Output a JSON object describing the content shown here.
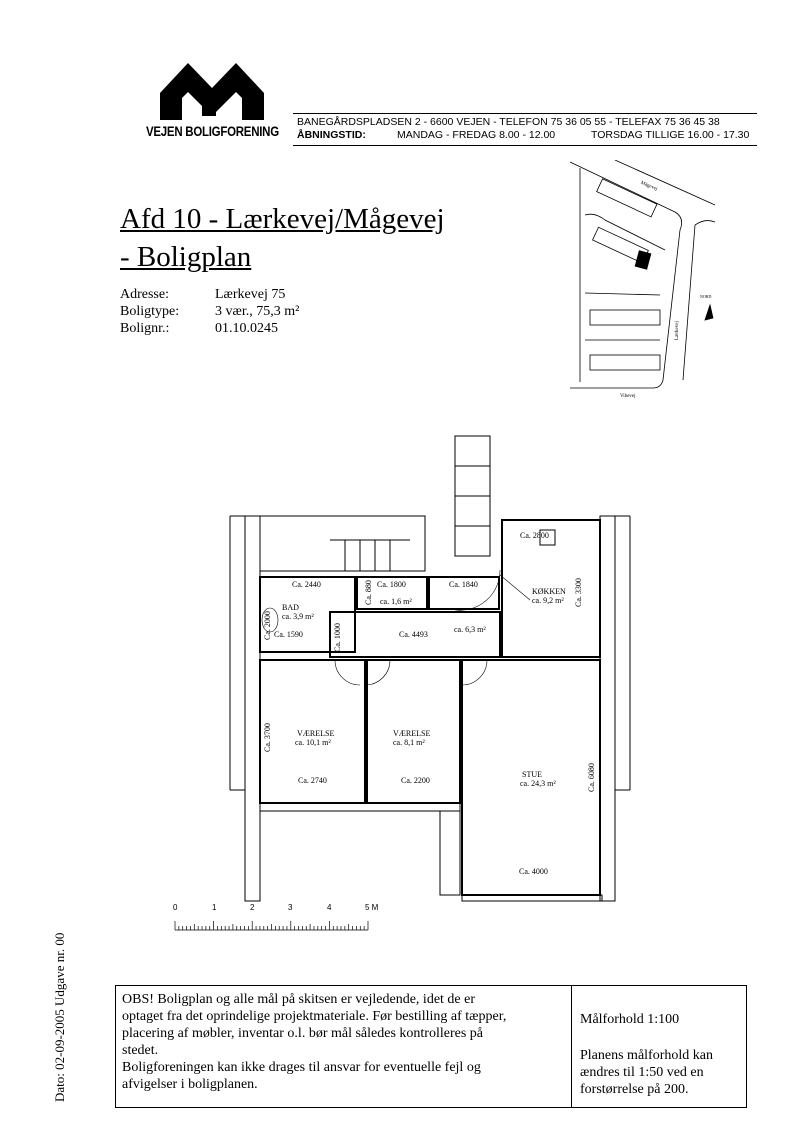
{
  "logo": {
    "text": "VEJEN BOLIGFORENING"
  },
  "header": {
    "address_line": "BANEGÅRDSPLADSEN 2 - 6600 VEJEN - TELEFON 75 36 05 55 - TELEFAX 75 36 45 38",
    "hours_label": "ÅBNINGSTID:",
    "hours_weekdays": "MANDAG - FREDAG 8.00 - 12.00",
    "hours_thursday": "TORSDAG TILLIGE 16.00 - 17.30"
  },
  "title": {
    "line1": "Afd 10 - Lærkevej/Mågevej",
    "line2": "- Boligplan"
  },
  "info": [
    {
      "label": "Adresse:",
      "value": "Lærkevej 75"
    },
    {
      "label": "Boligtype:",
      "value": "3 vær., 75,3 m²"
    },
    {
      "label": "Bolignr.:",
      "value": "01.10.0245"
    }
  ],
  "siteplan": {
    "road_top": "Mågevej",
    "road_right": "Lærkevej",
    "road_bottom": "Vibevej",
    "north": "NORD"
  },
  "plan": {
    "bad": "BAD",
    "bad_area": "ca. 3,9 m²",
    "wc_area": "ca. 1,6 m²",
    "hall_area": "ca. 6,3 m²",
    "kokken": "KØKKEN",
    "kokken_area": "ca. 9,2 m²",
    "vaerelse1": "VÆRELSE",
    "vaerelse1_area": "ca. 10,1 m²",
    "vaerelse2": "VÆRELSE",
    "vaerelse2_area": "ca. 8,1 m²",
    "stue": "STUE",
    "stue_area": "ca. 24,3 m²",
    "d2440": "Ca. 2440",
    "d1800": "Ca. 1800",
    "d1840": "Ca. 1840",
    "d2800": "Ca. 2800",
    "d880": "Ca. 880",
    "d2000": "Ca. 2000",
    "d1590": "Ca. 1590",
    "d1000": "Ca. 1000",
    "d4493": "Ca. 4493",
    "d3300": "Ca. 3300",
    "d3700": "Ca. 3700",
    "d2740": "Ca. 2740",
    "d2200": "Ca. 2200",
    "d6080": "Ca. 6080",
    "d4000": "Ca. 4000"
  },
  "scale": {
    "ticks": [
      "0",
      "1",
      "2",
      "3",
      "4",
      "5 M"
    ]
  },
  "side_note": "Dato: 02-09-2005  Udgave nr. 00",
  "notice": {
    "left": [
      "OBS! Boligplan og alle mål på skitsen er vejledende, idet de er",
      "optaget fra det oprindelige projektmateriale. Før bestilling af tæpper,",
      "placering af møbler, inventar o.l. bør mål således kontrolleres på",
      "stedet.",
      "Boligforeningen kan ikke drages til ansvar for eventuelle fejl og",
      "afvigelser i boligplanen."
    ],
    "right_scale": "Målforhold 1:100",
    "right_note": [
      "Planens målforhold kan",
      "ændres til 1:50 ved en",
      "forstørrelse på 200."
    ]
  }
}
